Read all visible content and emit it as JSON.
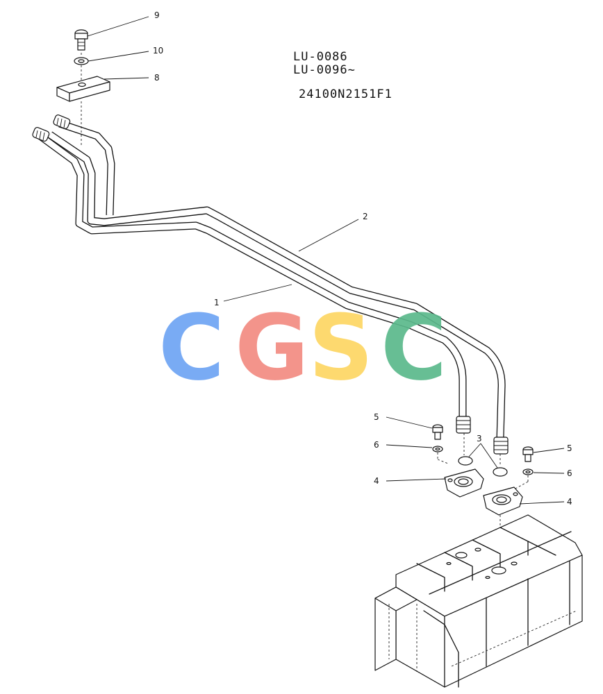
{
  "header": {
    "serial_line_1": "LU-0086",
    "serial_line_2": "LU-0096~",
    "drawing_number": "24100N2151F1"
  },
  "callouts": {
    "c9": "9",
    "c10": "10",
    "c8": "8",
    "c2": "2",
    "c1": "1",
    "c5a": "5",
    "c3": "3",
    "c5b": "5",
    "c6a": "6",
    "c6b": "6",
    "c4a": "4",
    "c4b": "4"
  },
  "watermark": {
    "letters": [
      "C",
      "G",
      "S",
      "C"
    ],
    "colors": [
      "#6ea4f4",
      "#f28b82",
      "#fdd663",
      "#5bb98c"
    ]
  }
}
